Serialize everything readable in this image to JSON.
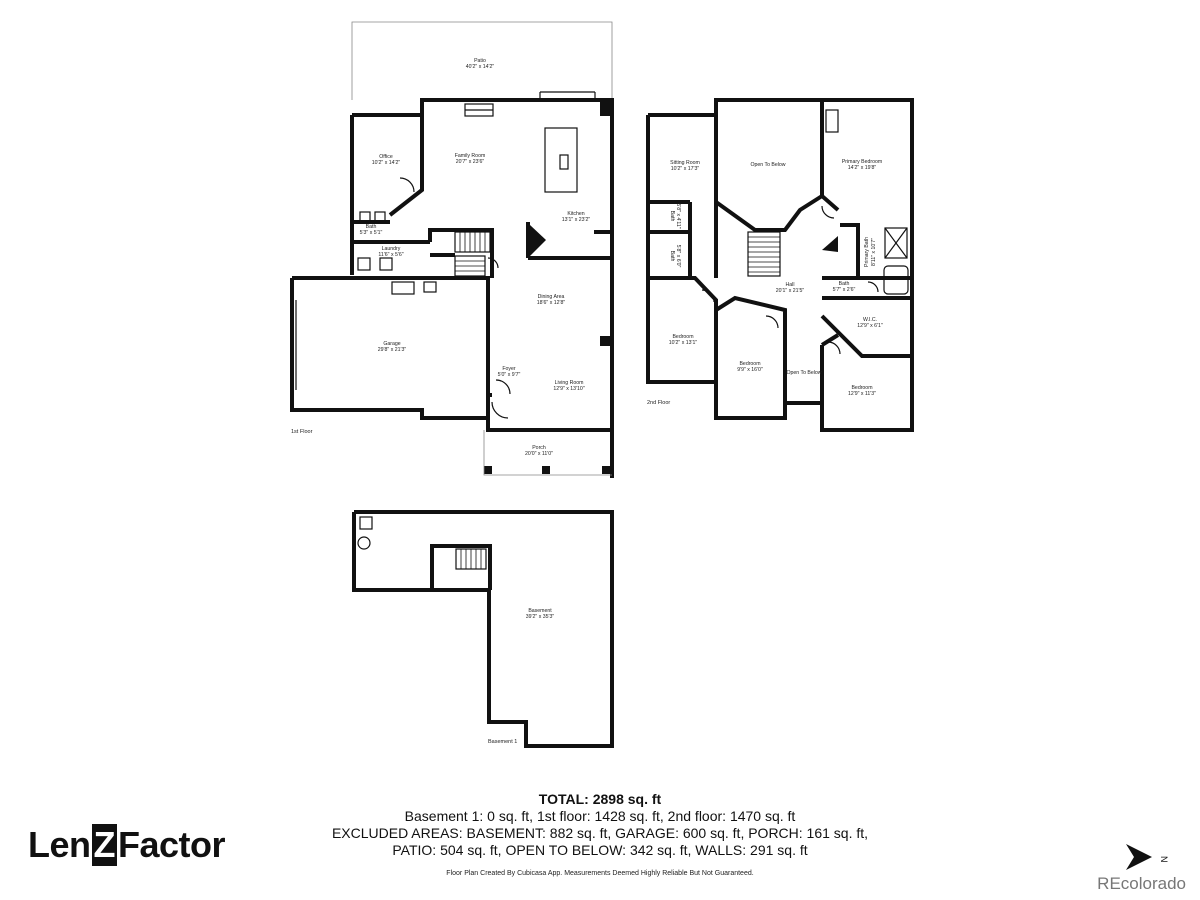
{
  "rooms": {
    "patio": {
      "name": "Patio",
      "dims": "40'2\" x 14'2\""
    },
    "office": {
      "name": "Office",
      "dims": "10'2\" x 14'2\""
    },
    "family_room": {
      "name": "Family Room",
      "dims": "20'7\" x 23'6\""
    },
    "kitchen": {
      "name": "Kitchen",
      "dims": "13'1\" x 23'2\""
    },
    "bath1": {
      "name": "Bath",
      "dims": "5'3\" x 5'1\""
    },
    "laundry": {
      "name": "Laundry",
      "dims": "11'6\" x 5'6\""
    },
    "garage": {
      "name": "Garage",
      "dims": "29'8\" x 21'3\""
    },
    "dining": {
      "name": "Dining Area",
      "dims": "18'6\" x 12'8\""
    },
    "foyer": {
      "name": "Foyer",
      "dims": "5'0\" x 9'7\""
    },
    "living": {
      "name": "Living Room",
      "dims": "12'9\" x 13'10\""
    },
    "porch": {
      "name": "Porch",
      "dims": "20'0\" x 11'0\""
    },
    "sitting": {
      "name": "Sitting Room",
      "dims": "10'2\" x 17'3\""
    },
    "open_below_1": {
      "name": "Open To Below"
    },
    "primary_bedroom": {
      "name": "Primary Bedroom",
      "dims": "14'2\" x 19'8\""
    },
    "bath2": {
      "name": "Bath",
      "dims": "5'8\" x 4'11\""
    },
    "bath3": {
      "name": "Bath",
      "dims": "5'8\" x 6'0\""
    },
    "primary_bath": {
      "name": "Primary Bath",
      "dims": "8'11\" x 10'7\""
    },
    "hall": {
      "name": "Hall",
      "dims": "20'1\" x 21'5\""
    },
    "bath4": {
      "name": "Bath",
      "dims": "5'7\" x 2'6\""
    },
    "wic": {
      "name": "W.I.C.",
      "dims": "12'9\" x 6'1\""
    },
    "bedroom1": {
      "name": "Bedroom",
      "dims": "10'2\" x 13'1\""
    },
    "bedroom2": {
      "name": "Bedroom",
      "dims": "9'9\" x 16'0\""
    },
    "open_below_2": {
      "name": "Open To Below"
    },
    "bedroom3": {
      "name": "Bedroom",
      "dims": "12'9\" x 11'3\""
    },
    "basement": {
      "name": "Basement",
      "dims": "39'2\" x 35'3\""
    }
  },
  "floor_labels": {
    "first": "1st Floor",
    "second": "2nd Floor",
    "basement": "Basement 1"
  },
  "totals": {
    "title": "TOTAL: 2898 sq. ft",
    "line1": "Basement 1: 0 sq. ft, 1st floor: 1428 sq. ft, 2nd floor: 1470 sq. ft",
    "line2": "EXCLUDED AREAS: BASEMENT: 882 sq. ft, GARAGE: 600 sq. ft, PORCH: 161 sq. ft,",
    "line3": "PATIO: 504 sq. ft, OPEN TO BELOW: 342 sq. ft, WALLS: 291 sq. ft"
  },
  "disclaimer": "Floor Plan Created By Cubicasa App. Measurements Deemed Highly Reliable But Not Guaranteed.",
  "logo": {
    "part1": "Len",
    "part2": "Z",
    "part3": "Factor"
  },
  "watermark": "REcolorado",
  "north_label": "N",
  "icons": {
    "north_arrow": "north-arrow-icon"
  }
}
